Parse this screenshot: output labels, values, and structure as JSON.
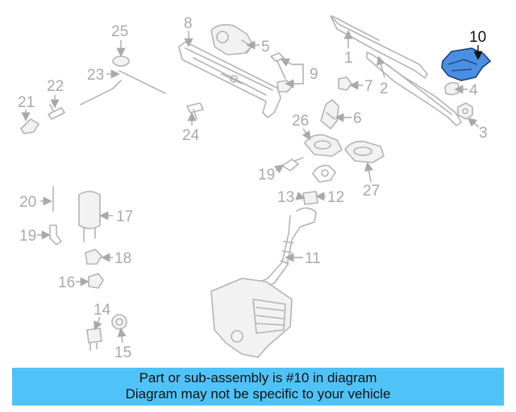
{
  "callouts": {
    "c1": "1",
    "c2": "2",
    "c3": "3",
    "c4": "4",
    "c5": "5",
    "c6": "6",
    "c7": "7",
    "c8": "8",
    "c9": "9",
    "c10": "10",
    "c11": "11",
    "c12": "12",
    "c13": "13",
    "c14": "14",
    "c15": "15",
    "c16": "16",
    "c17": "17",
    "c18": "18",
    "c19a": "19",
    "c19b": "19",
    "c20": "20",
    "c21": "21",
    "c22": "22",
    "c23": "23",
    "c24": "24",
    "c25": "25",
    "c26": "26",
    "c27": "27"
  },
  "highlight": {
    "part_number": "10",
    "color": "#4a90e2"
  },
  "banner": {
    "line1": "Part or sub-assembly is #10 in diagram",
    "line2": "Diagram may not be specific to your vehicle",
    "background": "#4fc3f7"
  }
}
